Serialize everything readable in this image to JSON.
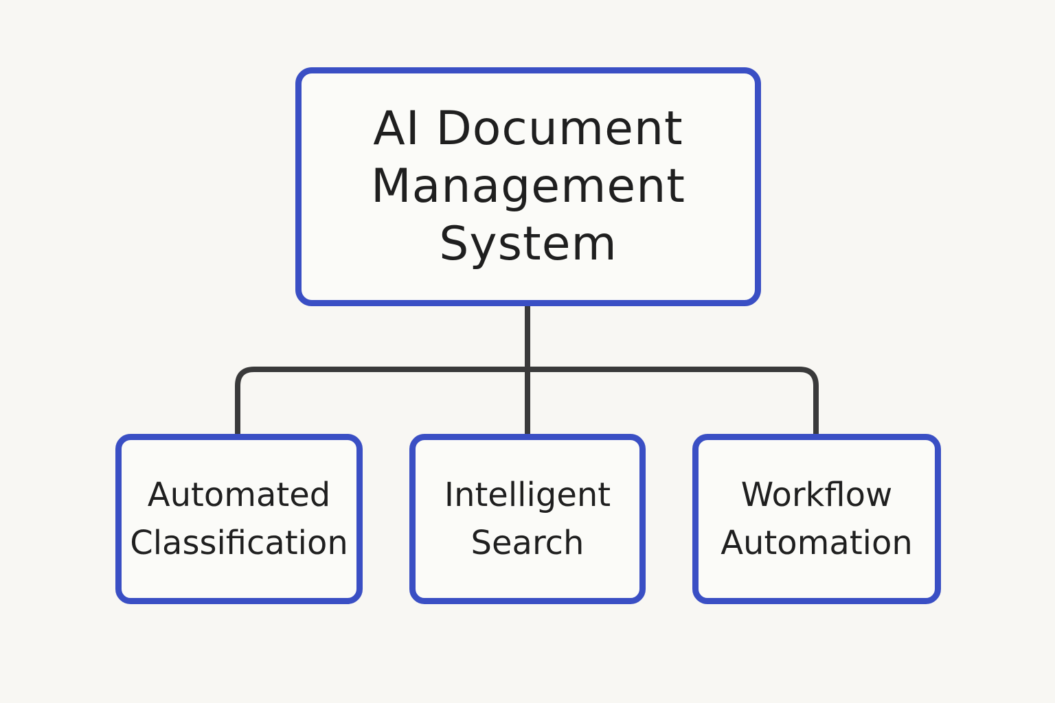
{
  "diagram": {
    "root": {
      "lines": [
        "AI Document",
        "Management",
        "System"
      ]
    },
    "children": [
      {
        "lines": [
          "Automated",
          "Classification"
        ]
      },
      {
        "lines": [
          "Intelligent",
          "Search"
        ]
      },
      {
        "lines": [
          "Workflow",
          "Automation"
        ]
      }
    ],
    "colors": {
      "box_border": "#3a4fc4",
      "connector": "#3a3a3a",
      "text": "#1f1f1f",
      "background": "#f8f7f3"
    }
  }
}
